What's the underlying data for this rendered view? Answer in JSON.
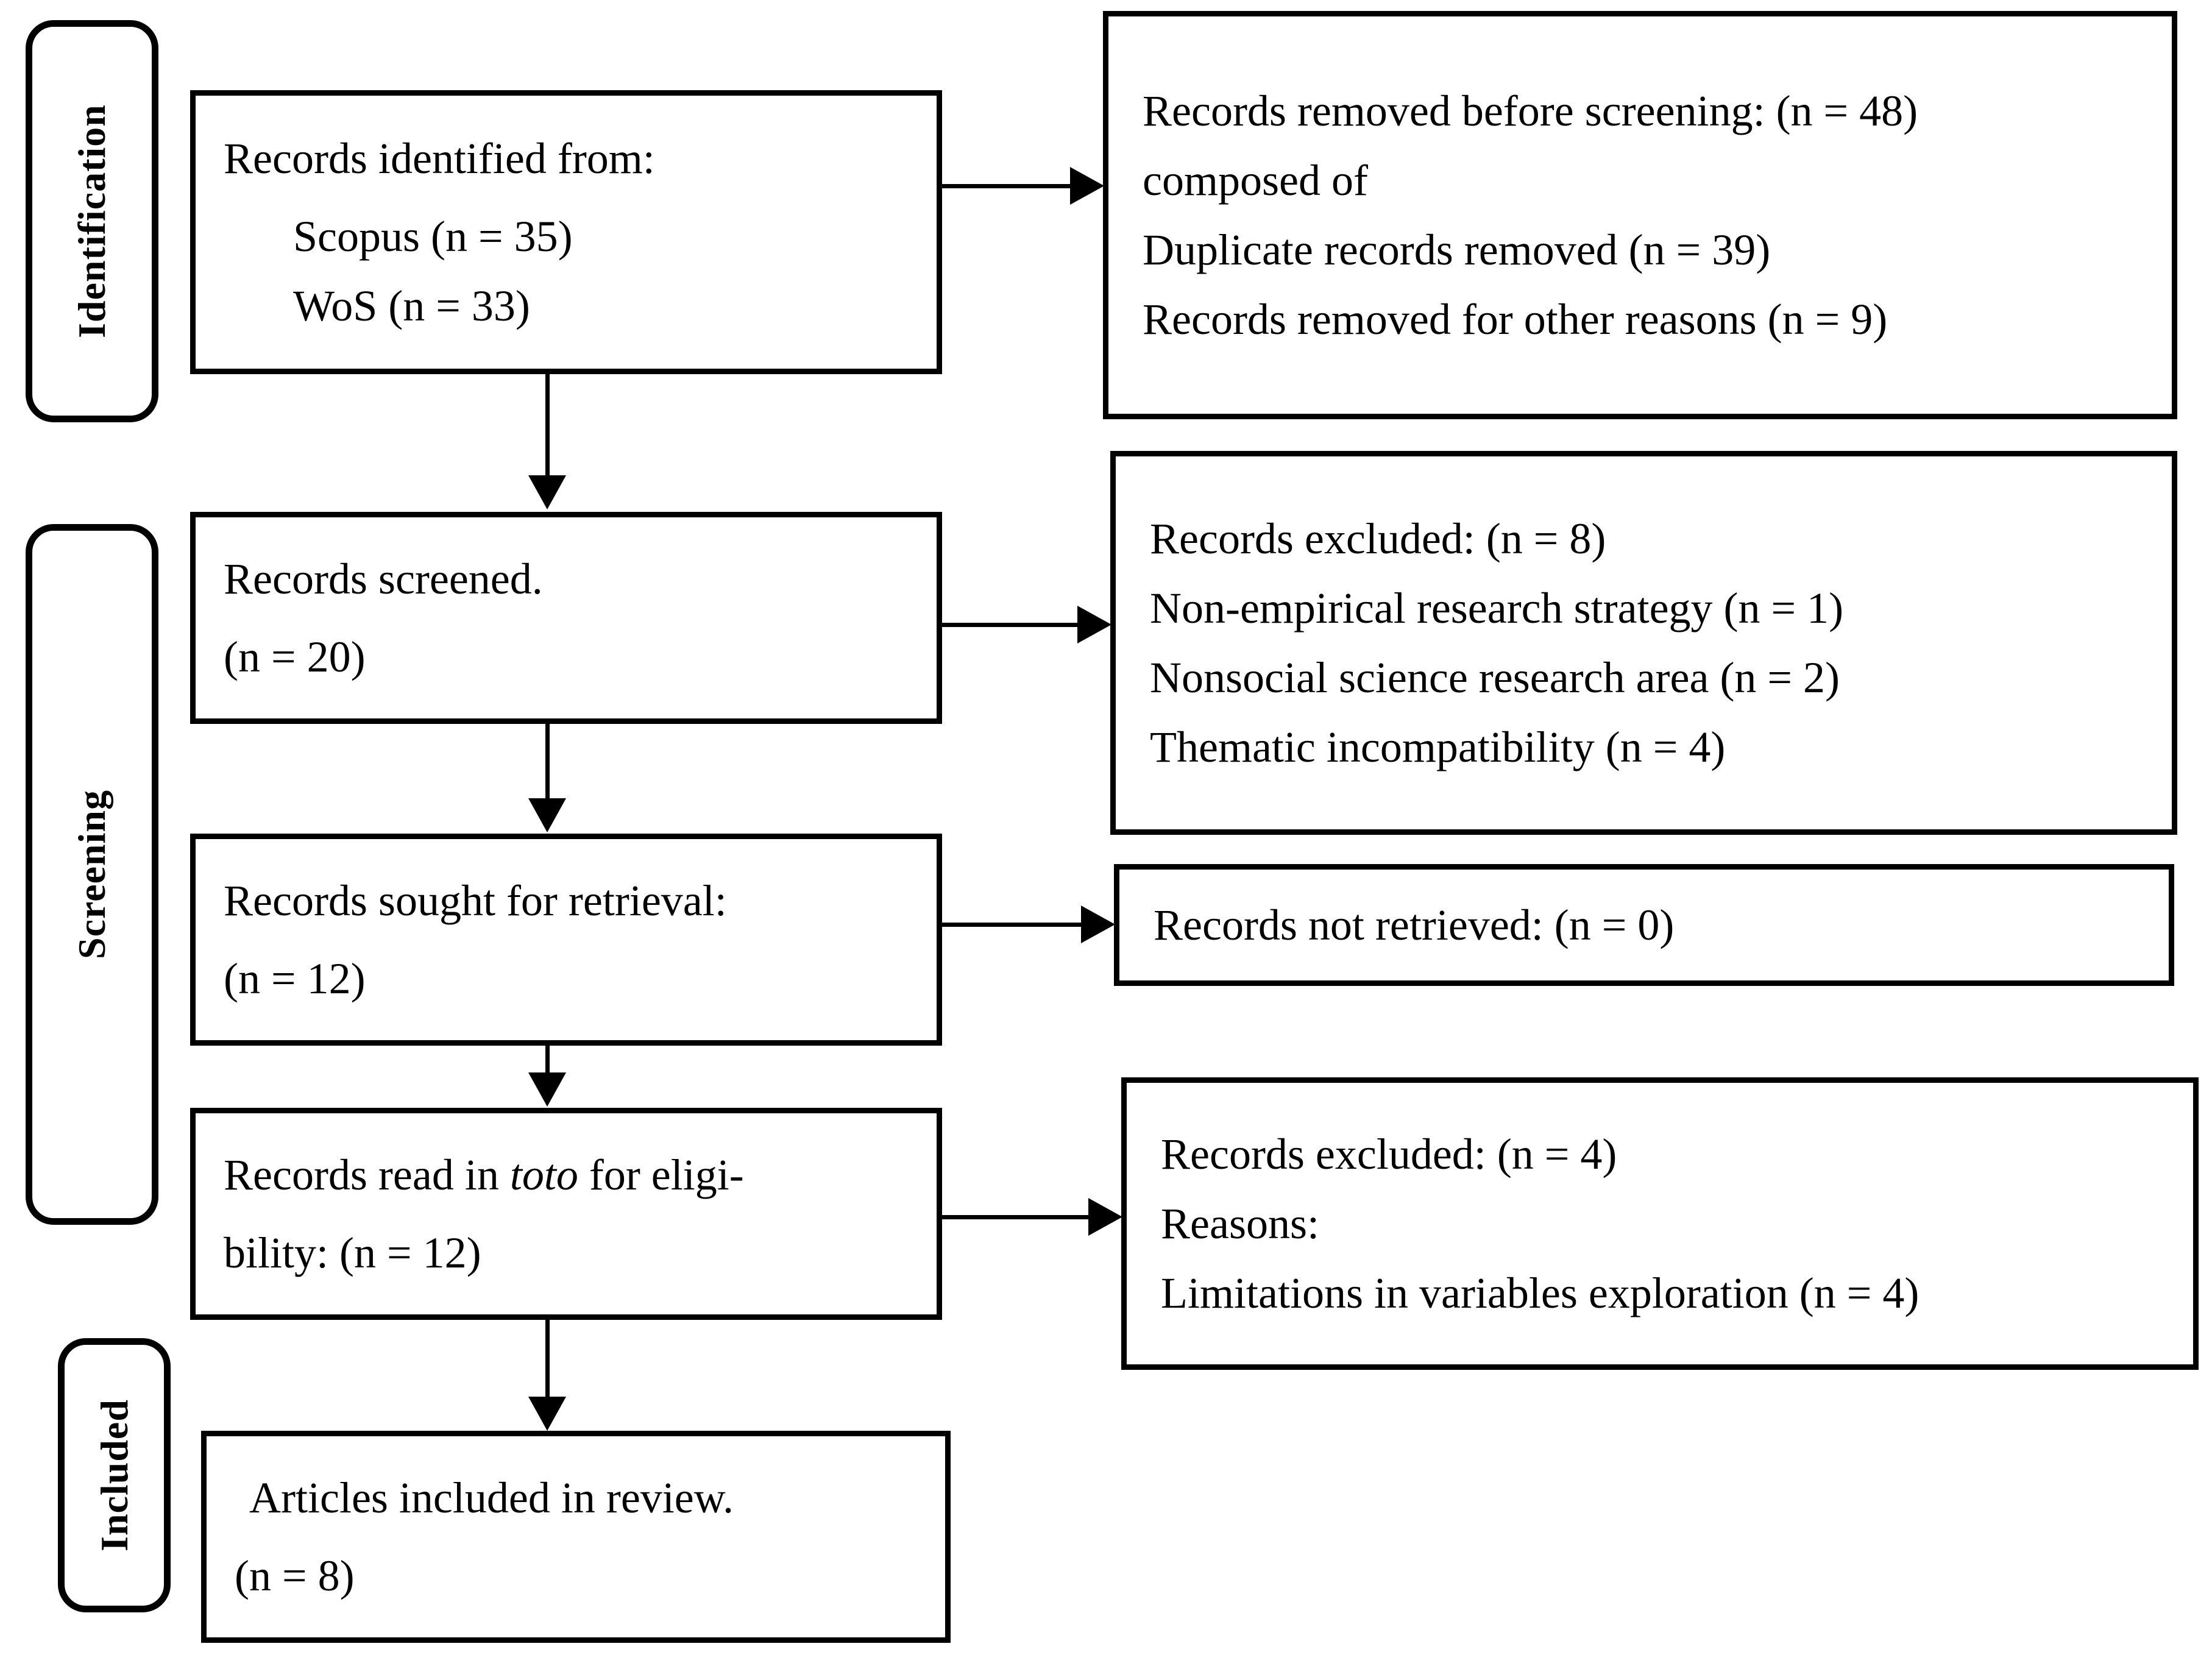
{
  "diagram": {
    "type": "prisma-flow-diagram",
    "phases": [
      {
        "id": "identification",
        "label": "Identification"
      },
      {
        "id": "screening",
        "label": "Screening"
      },
      {
        "id": "included",
        "label": "Included"
      }
    ],
    "boxes": {
      "identified": {
        "name": "records-identified-box",
        "lines": [
          "Records identified from:",
          "Scopus (n = 35)",
          "WoS (n = 33)"
        ]
      },
      "removed_before_screening": {
        "name": "records-removed-before-screening-box",
        "lines": [
          "Records removed before screening: (n = 48)",
          "composed of",
          "Duplicate records removed (n = 39)",
          "Records removed for other reasons (n = 9)"
        ]
      },
      "screened": {
        "name": "records-screened-box",
        "lines": [
          "Records screened.",
          "(n = 20)"
        ]
      },
      "excluded_screening": {
        "name": "records-excluded-screening-box",
        "lines": [
          "Records excluded: (n = 8)",
          "Non-empirical research strategy (n = 1)",
          "Nonsocial science research area (n = 2)",
          "Thematic incompatibility (n = 4)"
        ]
      },
      "sought_retrieval": {
        "name": "records-sought-for-retrieval-box",
        "lines": [
          "Records sought for retrieval:",
          "(n = 12)"
        ]
      },
      "not_retrieved": {
        "name": "records-not-retrieved-box",
        "lines": [
          "Records not retrieved: (n = 0)"
        ]
      },
      "eligibility": {
        "name": "records-read-eligibility-box",
        "line1_a": "Records read in ",
        "line1_italic": "toto",
        "line1_b": " for eligi-",
        "line2": "bility: (n = 12)"
      },
      "excluded_eligibility": {
        "name": "records-excluded-eligibility-box",
        "lines": [
          "Records excluded: (n = 4)",
          "Reasons:",
          "Limitations in variables exploration (n = 4)"
        ]
      },
      "included_review": {
        "name": "articles-included-in-review-box",
        "lines": [
          "Articles included in review.",
          "(n = 8)"
        ]
      }
    },
    "counts": {
      "scopus": 35,
      "wos": 33,
      "removed_before_screening_total": 48,
      "duplicates_removed": 39,
      "removed_other_reasons": 9,
      "screened": 20,
      "excluded_at_screening_total": 8,
      "non_empirical_research_strategy": 1,
      "nonsocial_science_research_area": 2,
      "thematic_incompatibility": 4,
      "sought_for_retrieval": 12,
      "not_retrieved": 0,
      "read_in_toto_for_eligibility": 12,
      "excluded_at_eligibility_total": 4,
      "limitations_in_variables_exploration": 4,
      "articles_included_in_review": 8
    },
    "colors": {
      "stroke": "#000000",
      "background": "#ffffff",
      "text": "#000000"
    }
  }
}
